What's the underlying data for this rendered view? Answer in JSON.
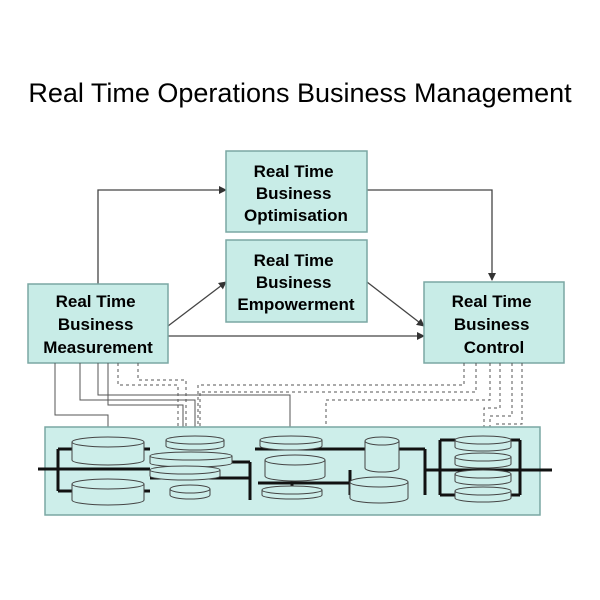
{
  "title": "Real Time Operations Business Management",
  "boxes": {
    "optimisation": [
      "Real Time",
      "Business",
      "Optimisation"
    ],
    "empowerment": [
      "Real Time",
      "Business",
      "Empowerment"
    ],
    "measurement": [
      "Real Time",
      "Business",
      "Measurement"
    ],
    "control": [
      "Real Time",
      "Business",
      "Control"
    ]
  },
  "colors": {
    "box_fill": "#c8ece7",
    "box_stroke": "#7aa7a3",
    "panel_fill": "#cdeeea",
    "arrow": "#444444"
  }
}
